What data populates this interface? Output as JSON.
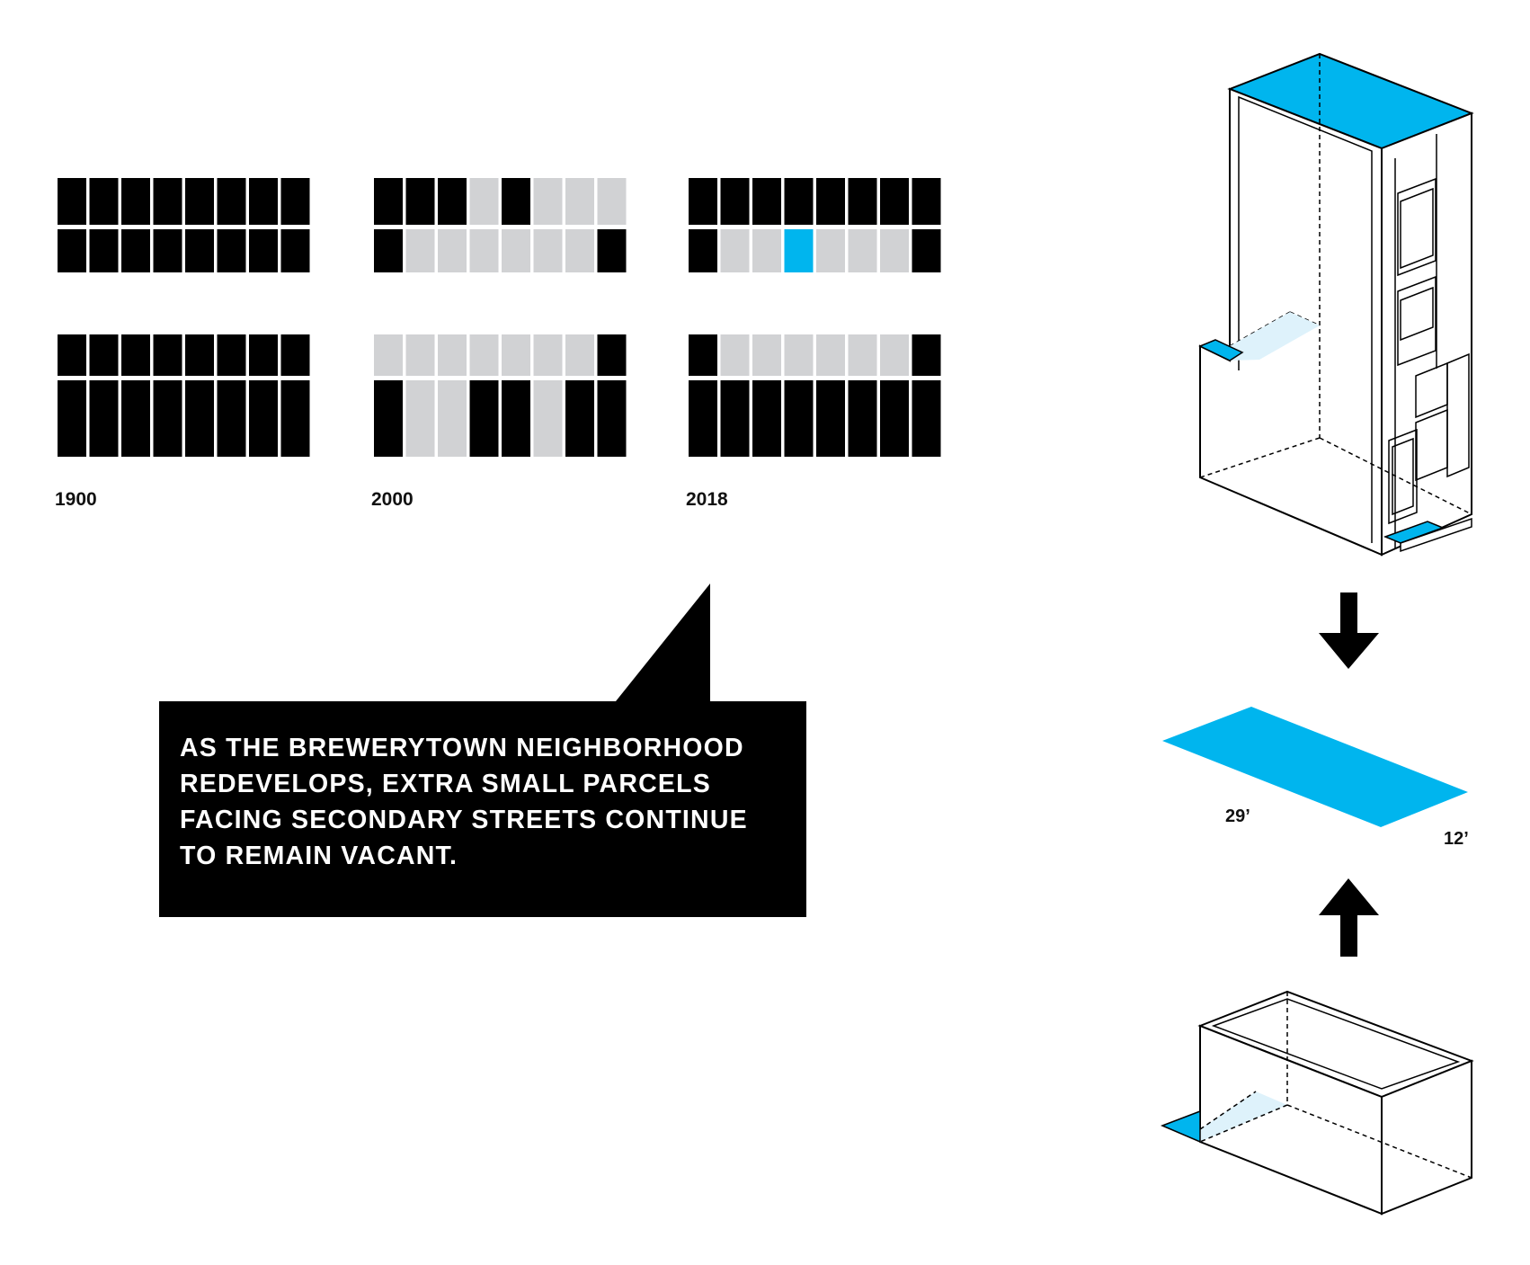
{
  "colors": {
    "built": "#000000",
    "vacant": "#d1d2d4",
    "highlight": "#00b5ee",
    "light_fill": "#def2fb",
    "callout_bg": "#000000",
    "callout_text": "#ffffff"
  },
  "panels": [
    {
      "year": "1900",
      "blocks": [
        {
          "rows": [
            [
              "B",
              "B",
              "B",
              "B",
              "B",
              "B",
              "B",
              "B"
            ],
            [
              "B",
              "B",
              "B",
              "B",
              "B",
              "B",
              "B",
              "B"
            ]
          ]
        },
        {
          "rows": [
            [
              "B",
              "B",
              "B",
              "B",
              "B",
              "B",
              "B",
              "B"
            ],
            [
              "B",
              "B",
              "B",
              "B",
              "B",
              "B",
              "B",
              "B"
            ]
          ]
        }
      ]
    },
    {
      "year": "2000",
      "blocks": [
        {
          "rows": [
            [
              "B",
              "B",
              "B",
              "G",
              "B",
              "G",
              "G",
              "G"
            ],
            [
              "B",
              "G",
              "G",
              "G",
              "G",
              "G",
              "G",
              "B"
            ]
          ]
        },
        {
          "rows": [
            [
              "G",
              "G",
              "G",
              "G",
              "G",
              "G",
              "G",
              "B"
            ],
            [
              "B",
              "G",
              "G",
              "B",
              "B",
              "G",
              "B",
              "B"
            ]
          ]
        }
      ]
    },
    {
      "year": "2018",
      "blocks": [
        {
          "rows": [
            [
              "B",
              "B",
              "B",
              "B",
              "B",
              "B",
              "B",
              "B"
            ],
            [
              "B",
              "G",
              "G",
              "H",
              "G",
              "G",
              "G",
              "B"
            ]
          ]
        },
        {
          "rows": [
            [
              "B",
              "G",
              "G",
              "G",
              "G",
              "G",
              "G",
              "B"
            ],
            [
              "B",
              "B",
              "B",
              "B",
              "B",
              "B",
              "B",
              "B"
            ]
          ]
        }
      ]
    }
  ],
  "callout": {
    "lines": [
      "AS THE BREWERYTOWN NEIGHBORHOOD",
      "REDEVELOPS, EXTRA SMALL PARCELS",
      "FACING SECONDARY STREETS CONTINUE",
      "TO REMAIN VACANT."
    ]
  },
  "parcel": {
    "length_label": "29’",
    "width_label": "12’"
  }
}
